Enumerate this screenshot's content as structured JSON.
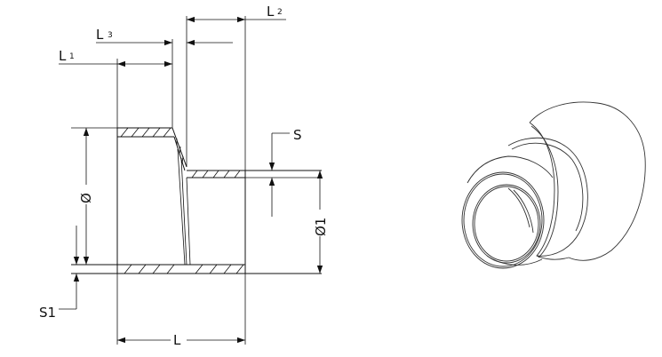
{
  "drawing": {
    "labels": {
      "L": "L",
      "L1": "L",
      "L1_sub": "1",
      "L2": "L",
      "L2_sub": "2",
      "L3": "L",
      "L3_sub": "3",
      "S": "S",
      "S1": "S1",
      "D": "Ø",
      "D1": "Ø1"
    }
  },
  "colors": {
    "line": "#111111",
    "background": "#ffffff"
  }
}
